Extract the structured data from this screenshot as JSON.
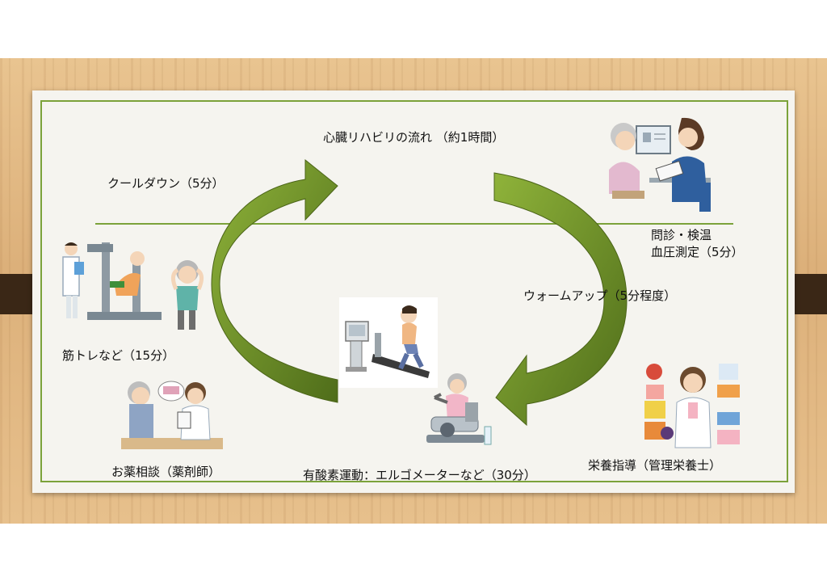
{
  "title": "心臓リハビリの流れ （約1時間）",
  "steps": {
    "interview_line1": "問診・検温",
    "interview_line2": "血圧測定（5分）",
    "warmup": "ウォームアップ（5分程度）",
    "aerobic": "有酸素運動：エルゴメーターなど（30分）",
    "strength": "筋トレなど（15分）",
    "cooldown": "クールダウン（5分）",
    "nutrition": "栄養指導（管理栄養士）",
    "medicine": "お薬相談（薬剤師）"
  },
  "colors": {
    "arrow": "#6b8e23",
    "frame": "#7ba23a",
    "wood": "#dcb07a",
    "clip": "#3a2716"
  }
}
